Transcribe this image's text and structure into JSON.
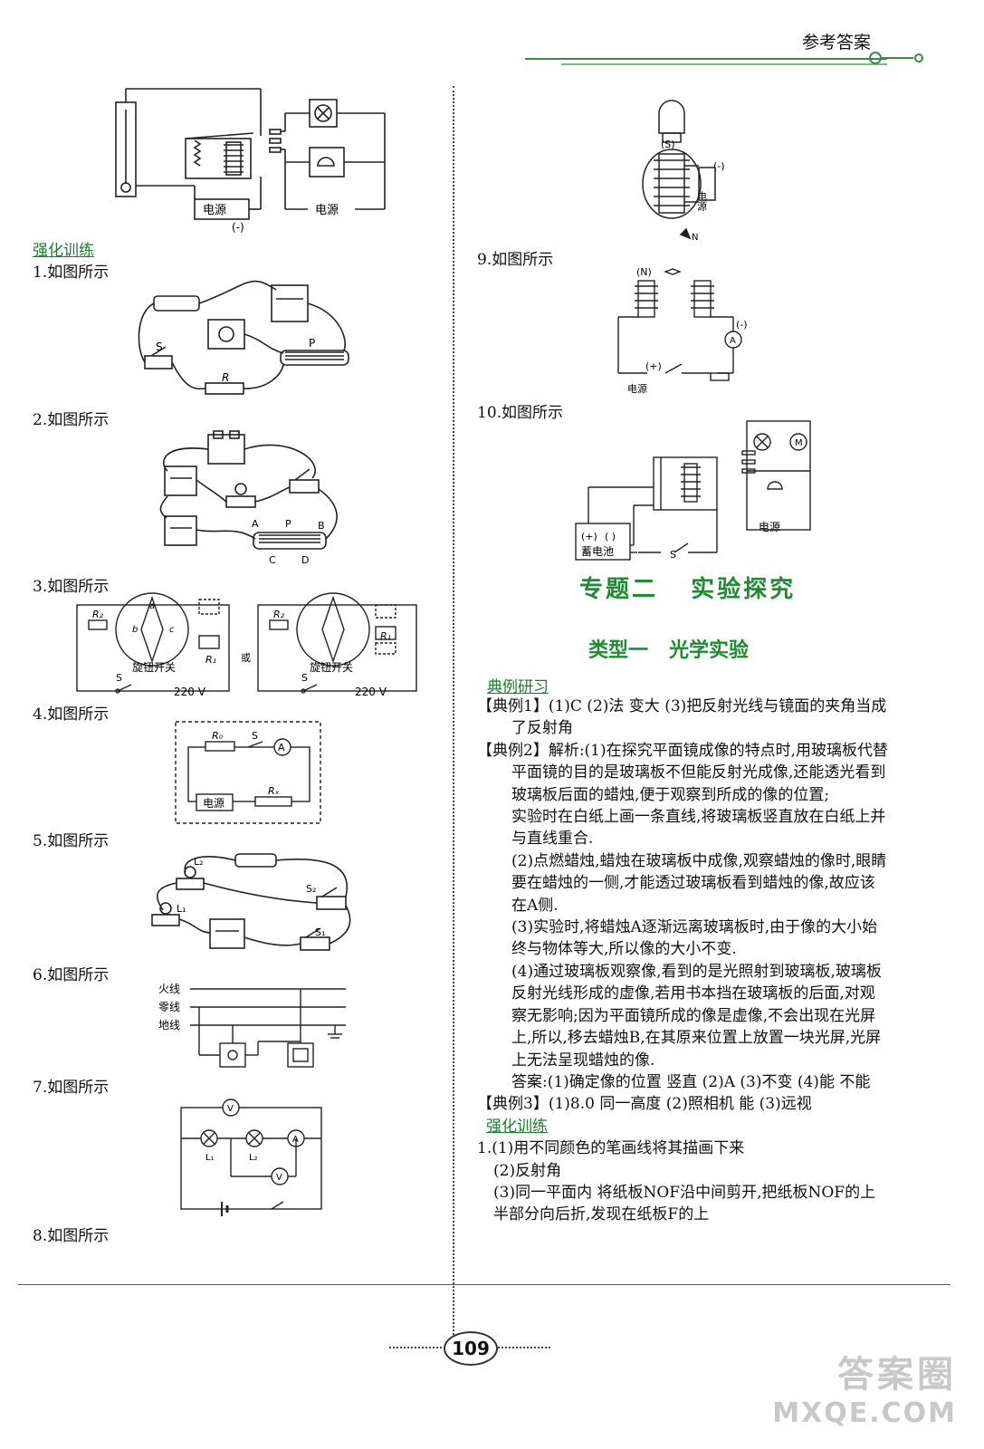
{
  "header": {
    "title": "参考答案"
  },
  "left": {
    "section_label": "强化训练",
    "items": [
      "1.如图所示",
      "2.如图所示",
      "3.如图所示",
      "4.如图所示",
      "5.如图所示",
      "6.如图所示",
      "7.如图所示",
      "8.如图所示"
    ],
    "fig_top": {
      "power_left": "电源",
      "neg": "(-)",
      "power_right": "电源"
    },
    "fig1": {
      "R": "R",
      "S": "S",
      "P": "P"
    },
    "fig2": {
      "A": "A",
      "P": "P",
      "B": "B",
      "C": "C",
      "D": "D"
    },
    "fig3": {
      "switch": "旋钮开关",
      "voltage": "220 V",
      "or": "或",
      "S": "S",
      "R1": "R₁",
      "R2": "R₂",
      "a": "a",
      "b": "b",
      "c": "c"
    },
    "fig4": {
      "R0": "R₀",
      "S": "S",
      "A": "A",
      "power": "电源",
      "Rx": "Rₓ"
    },
    "fig5": {
      "L1": "L₁",
      "L2": "L₂",
      "S1": "S₁",
      "S2": "S₂"
    },
    "fig6": {
      "live": "火线",
      "neutral": "零线",
      "ground": "地线"
    },
    "fig7": {
      "V": "V",
      "A": "A",
      "L1": "L₁",
      "L2": "L₂"
    }
  },
  "right": {
    "items": [
      "9.如图所示",
      "10.如图所示"
    ],
    "fig_top": {
      "S": "(S)",
      "neg": "(-)",
      "power": "电源",
      "N": "N"
    },
    "fig9": {
      "N": "(N)",
      "neg": "(-)",
      "pos": "(+)",
      "A": "A",
      "power": "电源"
    },
    "fig10": {
      "battery": "蓄电池",
      "pos": "(+)",
      "blank": "(  )",
      "S": "S",
      "power": "电源",
      "M": "M"
    },
    "topic_title": "专题二   实验探究",
    "type_title": "类型一   光学实验",
    "section_label": "典例研习",
    "paragraphs": [
      "【典例1】(1)C  (2)法  变大  (3)把反射光线与镜面的夹角当成了反射角",
      "【典例2】解析:(1)在探究平面镜成像的特点时,用玻璃板代替平面镜的目的是玻璃板不但能反射光成像,还能透光看到玻璃板后面的蜡烛,便于观察到所成的像的位置;",
      "实验时在白纸上画一条直线,将玻璃板竖直放在白纸上并与直线重合.",
      "(2)点燃蜡烛,蜡烛在玻璃板中成像,观察蜡烛的像时,眼睛要在蜡烛的一侧,才能透过玻璃板看到蜡烛的像,故应该在A侧.",
      "(3)实验时,将蜡烛A逐渐远离玻璃板时,由于像的大小始终与物体等大,所以像的大小不变.",
      "(4)通过玻璃板观察像,看到的是光照射到玻璃板,玻璃板反射光线形成的虚像,若用书本挡在玻璃板的后面,对观察无影响;因为平面镜所成的像是虚像,不会出现在光屏上,所以,移去蜡烛B,在其原来位置上放置一块光屏,光屏上无法呈现蜡烛的像.",
      "答案:(1)确定像的位置  竖直  (2)A  (3)不变  (4)能  不能",
      "【典例3】(1)8.0  同一高度  (2)照相机  能  (3)远视"
    ],
    "section_label2": "强化训练",
    "answers": [
      "1.(1)用不同颜色的笔画线将其描画下来",
      "(2)反射角",
      "(3)同一平面内  将纸板NOF沿中间剪开,把纸板NOF的上半部分向后折,发现在纸板F的上"
    ]
  },
  "footer": {
    "page_number": "109"
  },
  "watermark": {
    "line1": "答案圈",
    "line2": "MXQE.COM"
  }
}
